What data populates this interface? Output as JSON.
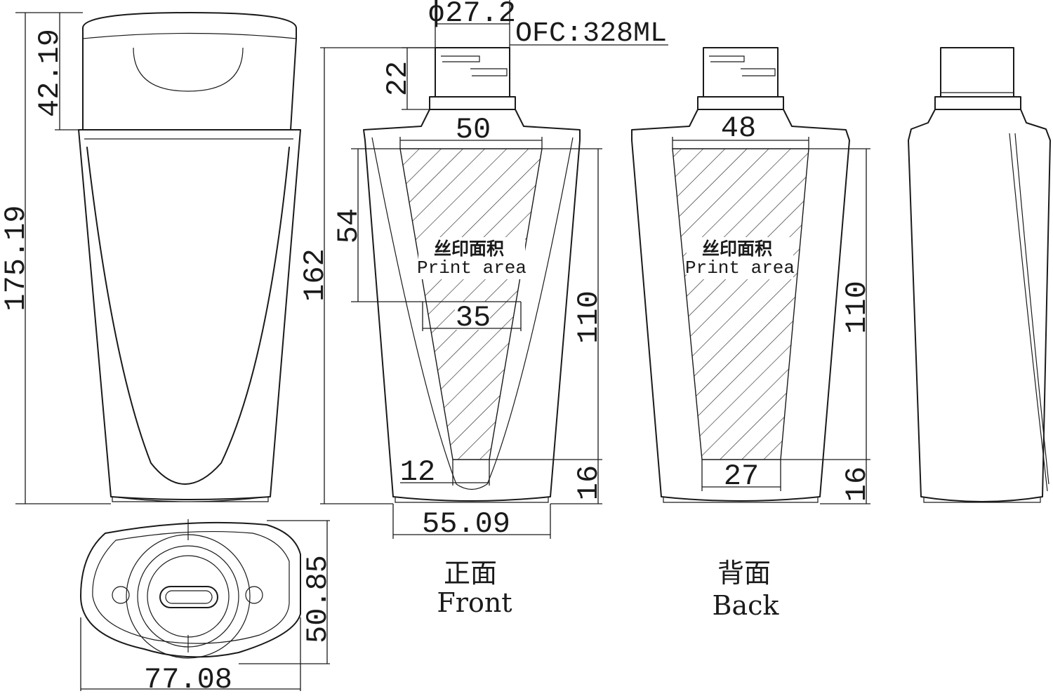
{
  "dimensions": {
    "cap_height": "42.19",
    "total_height": "175.19",
    "neck_diameter": "ϕ27.2",
    "capacity": "OFC:328ML",
    "neck_height": "22",
    "body_height": "162",
    "front_top_width": "50",
    "front_print_upper": "54",
    "front_print_mid_width": "35",
    "front_print_height": "110",
    "front_bottom_width": "12",
    "front_bottom_offset": "16",
    "front_base_width": "55.09",
    "back_top_width": "48",
    "back_print_height": "110",
    "back_bottom_width": "27",
    "back_bottom_offset": "16",
    "bottom_depth": "50.85",
    "bottom_width": "77.08"
  },
  "labels": {
    "print_area_zh": "丝印面积",
    "print_area_en": "Print area",
    "front_zh": "正面",
    "front_en": "Front",
    "back_zh": "背面",
    "back_en": "Back"
  }
}
